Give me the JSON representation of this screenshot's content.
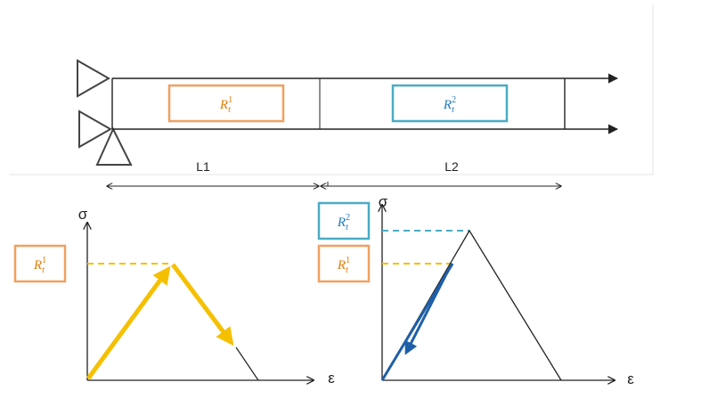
{
  "labels": {
    "segment1": "L1",
    "segment2": "L2",
    "stress_left": "σ",
    "strain_left": "ε",
    "stress_right": "σ",
    "strain_right": "ε"
  },
  "strength_labels": {
    "r1": {
      "base": "R",
      "sup": "1",
      "sub": "t"
    },
    "r2": {
      "base": "R",
      "sup": "2",
      "sub": "t"
    }
  },
  "colors": {
    "orange_box": "#f0a060",
    "orange_text": "#e07b00",
    "blue_box": "#4aacc5",
    "blue_text": "#1f77b4",
    "yellow_arrow": "#f5c000",
    "yellow_dash": "#f5c000",
    "blue_dash": "#4aacc5",
    "blue_arrow": "#1f5fa8",
    "ink": "#222222"
  }
}
